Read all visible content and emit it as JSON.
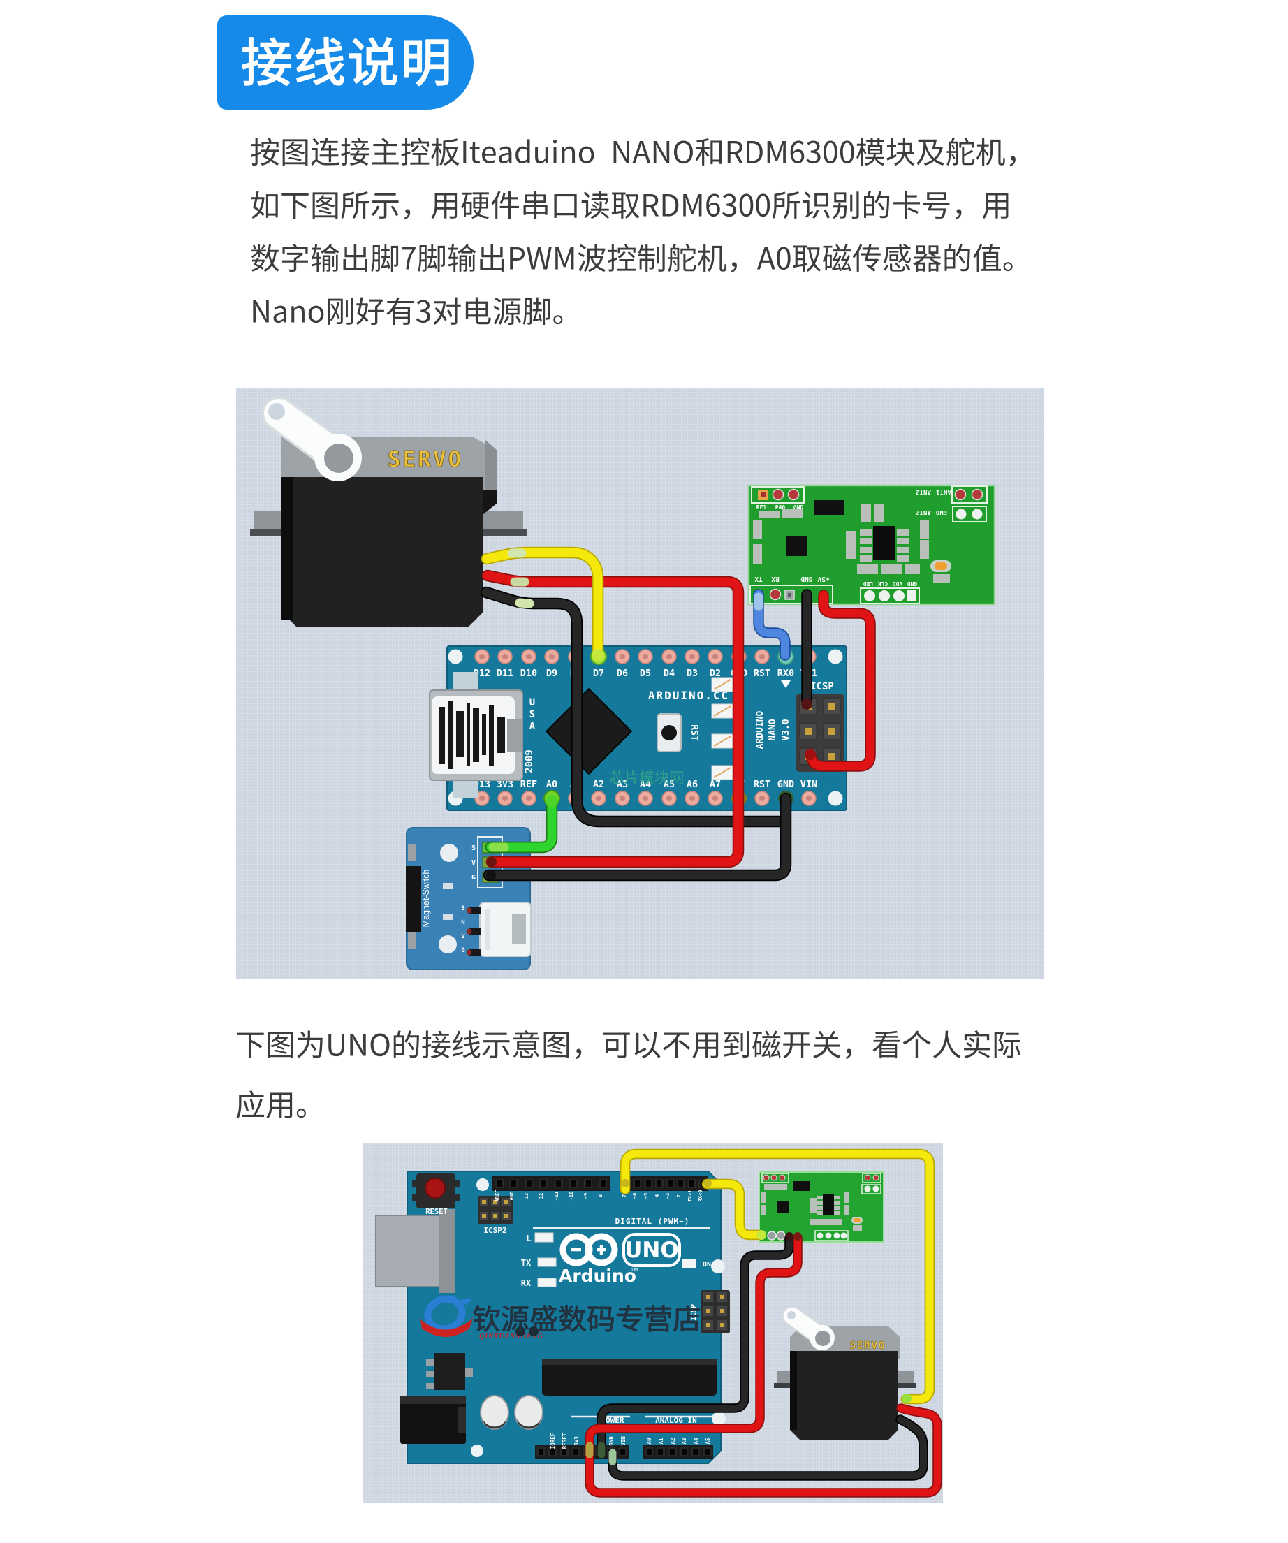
{
  "colors": {
    "badge_blue": "#168ae8",
    "body_text": "#3c3c3c",
    "diagram_bg": "#ccd5e0",
    "pcb_teal": "#15799b",
    "pcb_green": "#1f9e2d",
    "pcb_blue": "#3a82b6",
    "wire_red": "#e01414",
    "wire_yellow": "#f4e80c",
    "wire_black": "#262626",
    "wire_green": "#2fd42f",
    "wire_blue": "#4f86e0",
    "servo_gray": "#9ea3a7",
    "servo_black": "#212121",
    "watermark_teal": "#2fa08a"
  },
  "header": {
    "badge": "接线说明"
  },
  "intro": {
    "lines": [
      "按图连接主控板Iteaduino NANO和RDM6300模块及舵机，",
      "如下图所示，用硬件串口读取RDM6300所识别的卡号，用",
      "数字输出脚7脚输出PWM波控制舵机，A0取磁传感器的值。",
      "Nano刚好有3对电源脚。"
    ]
  },
  "note": {
    "lines": [
      "下图为UNO的接线示意图，可以不用到磁开关，看个人实际",
      "应用。"
    ]
  },
  "diagram1": {
    "watermark": "芯片模块网",
    "servo": {
      "label": "SERVO"
    },
    "nano": {
      "top_labels": [
        "D12",
        "D11",
        "D10",
        "D9",
        "D8",
        "D7",
        "D6",
        "D5",
        "D4",
        "D3",
        "D2",
        "GND",
        "RST",
        "RX0",
        "TX1"
      ],
      "bottom_labels": [
        "D13",
        "3V3",
        "REF",
        "A0",
        "A1",
        "A2",
        "A3",
        "A4",
        "A5",
        "A6",
        "A7",
        "5V",
        "RST",
        "GND",
        "VIN"
      ],
      "brand": "ARDUINO.CC",
      "vertical": [
        "ARDUINO",
        "NANO",
        "V3.0"
      ],
      "usb_text": "USA",
      "usb_text_chars": [
        "U",
        "S",
        "A"
      ],
      "usb_year": "2009",
      "rst": "RST",
      "icsp": "ICSP"
    },
    "rdm": {
      "top_pins": [
        "RE1",
        "P40",
        "GND"
      ],
      "ant_labels": [
        "ANT2",
        "ANT1"
      ],
      "gnd_labels": [
        "ANT2",
        "GND"
      ],
      "uart_labels": [
        "TX",
        "RX",
        "GND",
        "+5V"
      ],
      "io_labels": [
        "LED",
        "CLK",
        "VDD",
        "GND"
      ]
    },
    "magnet": {
      "label": "Magnet-Switch",
      "header_pins": [
        "S",
        "V",
        "G"
      ],
      "jst_pins": [
        "S",
        "N",
        "V",
        "G"
      ]
    }
  },
  "diagram2": {
    "servo": {
      "label": "SERVO"
    },
    "uno": {
      "reset": "RESET",
      "icsp2": "ICSP2",
      "icsp": "ICSP",
      "digital": "DIGITAL (PWM~)",
      "power": "POWER",
      "analog": "ANALOG IN",
      "logo": "UNO",
      "brand": "Arduino",
      "tm": "TM",
      "on": "ON",
      "led_l": "L",
      "led_tx": "TX",
      "led_rx": "RX",
      "top_labels_left": [
        "AREF",
        "GND",
        "13",
        "12",
        "~11",
        "~10",
        "~9",
        "8"
      ],
      "top_labels_right": [
        "7",
        "~6",
        "~5",
        "4",
        "~3",
        "2",
        "TX>1",
        "RX<0"
      ],
      "power_labels": [
        "IOREF",
        "RESET",
        "3V3",
        "5V",
        "GND",
        "GND",
        "VIN"
      ],
      "analog_labels": [
        "A0",
        "A1",
        "A2",
        "A3",
        "A4",
        "A5"
      ]
    },
    "shop": {
      "name": "钦源盛数码专营店",
      "sub": "QINYUANSHENG"
    }
  }
}
